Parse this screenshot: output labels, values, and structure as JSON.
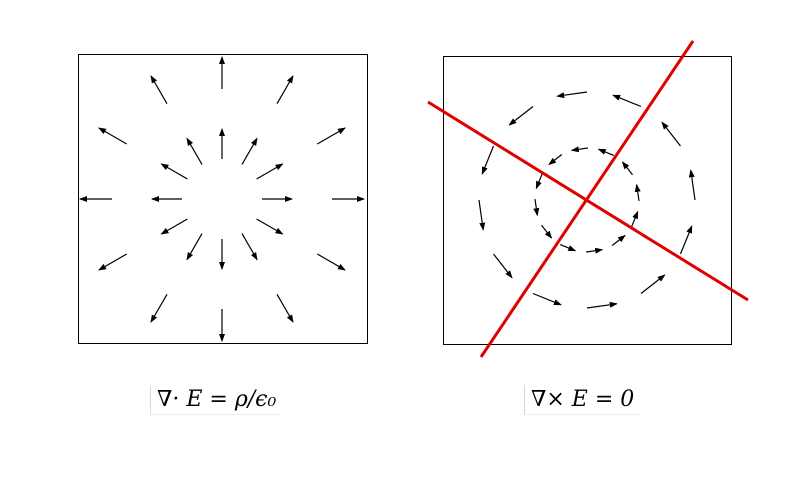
{
  "figure": {
    "left_panel": {
      "label": "divergence field diagram",
      "equation": "∇· E = ρ/ϵ₀"
    },
    "right_panel": {
      "label": "curl field diagram",
      "equation": "∇× E = 0"
    },
    "colors": {
      "arrow": "#000000",
      "cross_lines": "#e00000",
      "frame": "#000000"
    }
  }
}
